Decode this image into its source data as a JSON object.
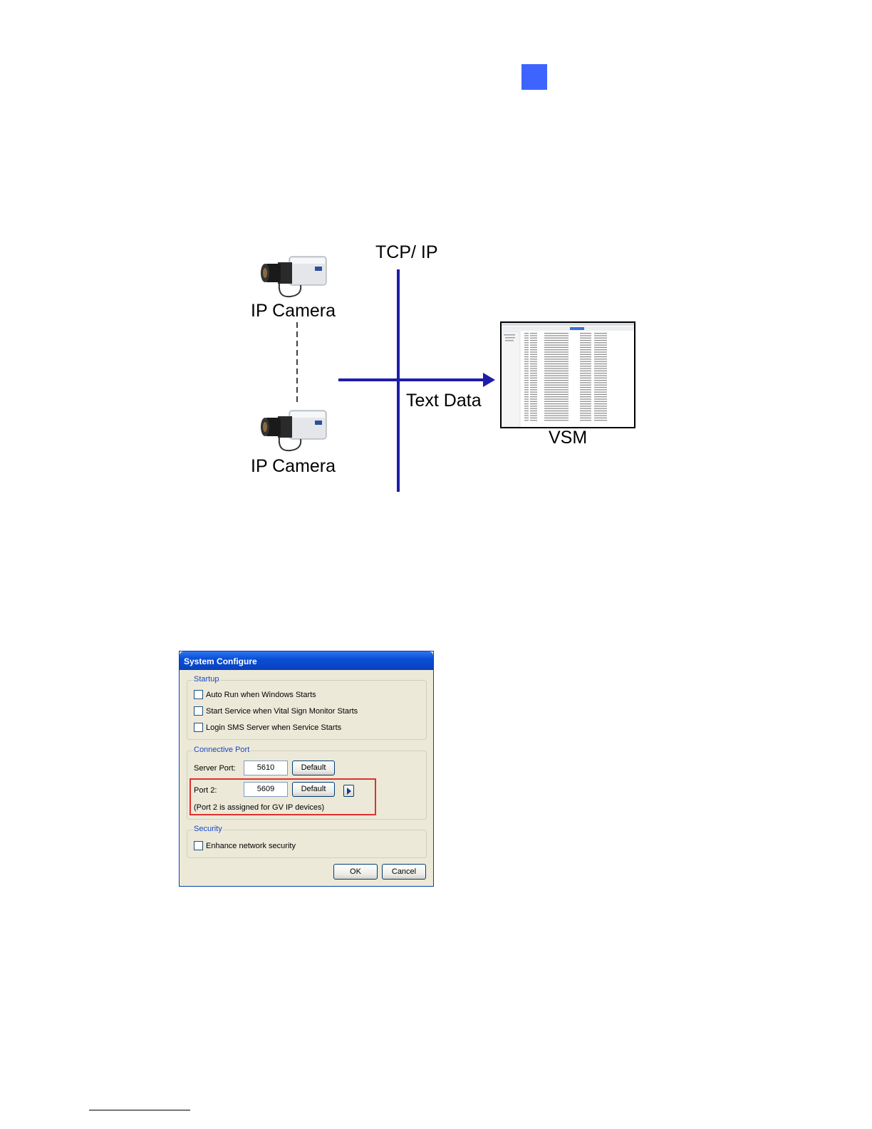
{
  "diagram": {
    "network_label": "TCP/ IP",
    "camera_label": "IP Camera",
    "data_label": "Text Data",
    "vsm_label": "VSM"
  },
  "dialog": {
    "title": "System Configure",
    "startup": {
      "title": "Startup",
      "options": [
        {
          "label": "Auto Run when Windows Starts",
          "checked": false
        },
        {
          "label": "Start Service when Vital Sign Monitor Starts",
          "checked": false
        },
        {
          "label": "Login SMS Server when Service Starts",
          "checked": false
        }
      ]
    },
    "connective_port": {
      "title": "Connective Port",
      "server_port_label": "Server Port:",
      "server_port_value": "5610",
      "port2_label": "Port 2:",
      "port2_value": "5609",
      "default_label": "Default",
      "port2_note": "(Port 2 is assigned for GV IP devices)"
    },
    "security": {
      "title": "Security",
      "option_label": "Enhance network security",
      "checked": false
    },
    "ok_label": "OK",
    "cancel_label": "Cancel"
  },
  "colors": {
    "diagram_line": "#1d1daa",
    "titlebar": "#0a4fd6",
    "highlight": "#e03030",
    "corner_tab": "#3d64ff"
  }
}
